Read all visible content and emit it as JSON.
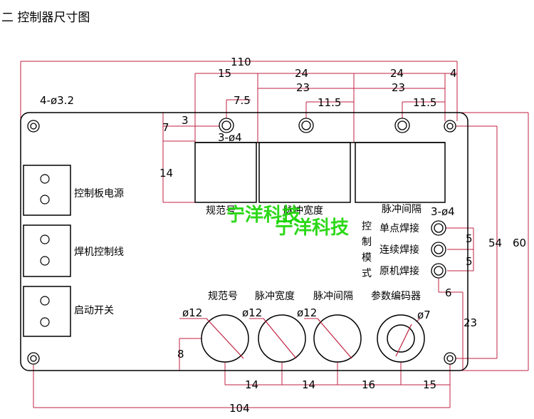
{
  "title": "二 控制器尺寸图",
  "hole_spec": "4-ø3.2",
  "dims": {
    "overall_top": "110",
    "overall_bottom": "104",
    "seg_15": "15",
    "seg_24a": "24",
    "seg_24b": "24",
    "seg_4": "4",
    "d75": "7.5",
    "d23a": "23",
    "d23b": "23",
    "d115a": "11.5",
    "d115b": "11.5",
    "d3": "3",
    "d7": "7",
    "d14v": "14",
    "led_holes": "3-ø4",
    "sw_holes": "3-ø4",
    "d5a": "5",
    "d5b": "5",
    "d6": "6",
    "d54": "54",
    "d60": "60",
    "d23v": "23",
    "d8": "8",
    "b14a": "14",
    "b14b": "14",
    "b16": "16",
    "b15": "15",
    "k1": "ø12",
    "k2": "ø12",
    "k3": "ø12",
    "k4": "ø7"
  },
  "labels": {
    "display1": "规范号",
    "display2": "脉冲宽度",
    "display3": "脉冲间隔",
    "conn1": "控制板电源",
    "conn2": "焊机控制线",
    "conn3": "启动开关",
    "mode_v1": "控",
    "mode_v2": "制",
    "mode_v3": "模",
    "mode_v4": "式",
    "mode1": "单点焊接",
    "mode2": "连续焊接",
    "mode3": "原机焊接",
    "knob1": "规范号",
    "knob2": "脉冲宽度",
    "knob3": "脉冲间隔",
    "knob4": "参数编码器"
  },
  "watermark": {
    "a": "宁洋科技",
    "b": "宁洋科技"
  }
}
